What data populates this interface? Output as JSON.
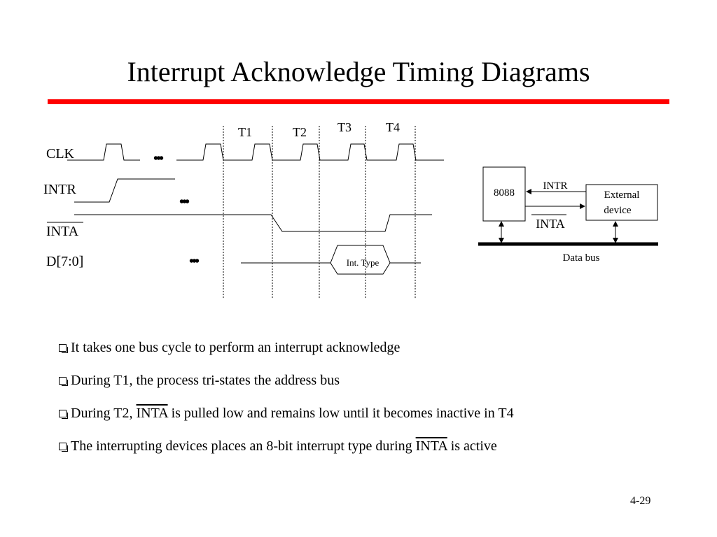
{
  "title": "Interrupt Acknowledge Timing Diagrams",
  "timing": {
    "states": [
      "T1",
      "T2",
      "T3",
      "T4"
    ],
    "signals": [
      "CLK",
      "INTR",
      "INTA",
      "D[7:0]"
    ],
    "ellipsis": "•••",
    "data_label": "Int. Type"
  },
  "block": {
    "cpu": "8088",
    "intr": "INTR",
    "inta": "INTA",
    "device_line1": "External",
    "device_line2": "device",
    "bus": "Data bus"
  },
  "bullets": {
    "b1": "It takes one bus cycle to perform an interrupt acknowledge",
    "b2": "During T1, the process tri-states the address bus",
    "b3_pre": "During T2, ",
    "b3_ov": "INTA",
    "b3_post": " is pulled low and remains low until it becomes inactive in T4",
    "b4_pre": "The interrupting devices places an 8-bit interrupt type during ",
    "b4_ov": "INTA",
    "b4_post": " is active"
  },
  "page_number": "4-29",
  "colors": {
    "accent_rule": "#ff0000"
  }
}
